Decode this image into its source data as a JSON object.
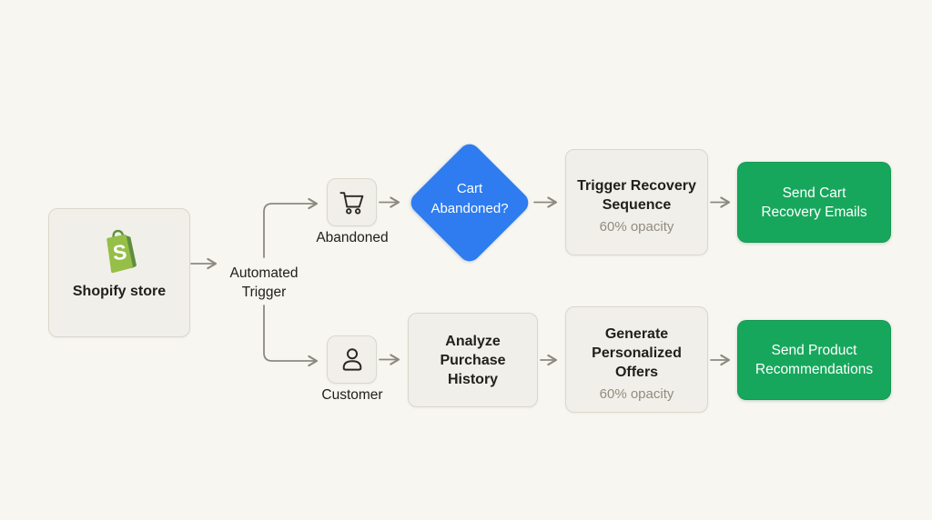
{
  "flow": {
    "shopify": {
      "label": "Shopify store"
    },
    "automated_trigger": {
      "line1": "Automated",
      "line2": "Trigger"
    },
    "abandoned": {
      "label": "Abandoned"
    },
    "customer": {
      "label": "Customer"
    },
    "cart_abandoned": {
      "line1": "Cart",
      "line2": "Abandoned?"
    },
    "trigger_recovery": {
      "line1": "Trigger Recovery",
      "line2": "Sequence",
      "note": "60% opacity"
    },
    "send_cart_recovery": {
      "line1": "Send Cart",
      "line2": "Recovery Emails"
    },
    "analyze_purchase": {
      "line1": "Analyze",
      "line2": "Purchase",
      "line3": "History"
    },
    "generate_offers": {
      "line1": "Generate",
      "line2": "Personalized",
      "line3": "Offers",
      "note": "60% opacity"
    },
    "send_product_recs": {
      "line1": "Send Product",
      "line2": "Recommendations"
    }
  },
  "icons": {
    "shopify_logo": "shopify-bag-icon",
    "abandoned": "cart-icon",
    "customer": "person-icon"
  },
  "colors": {
    "background": "#f7f6f0",
    "box_fill": "#f1efe9",
    "box_border": "#dad7cc",
    "decision_fill": "#2e7cf0",
    "action_fill": "#17a75c",
    "connector": "#8c8a80",
    "text": "#21201b",
    "muted_text": "#908d80",
    "shopify_green": "#95bf47",
    "shopify_dark_green": "#5e8e3e"
  }
}
